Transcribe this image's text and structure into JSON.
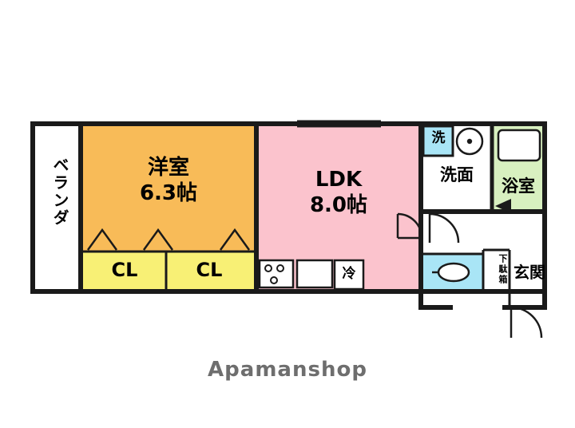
{
  "plan": {
    "watermark": "Apamanshop",
    "colors": {
      "wall": "#1a1a1a",
      "bedroom_fill": "#f8bb58",
      "ldk_fill": "#fbc3cd",
      "closet_fill": "#f8f075",
      "water_fill": "#a9e5f6",
      "white_fill": "#ffffff",
      "watermark_text": "#6e6e6e"
    },
    "rooms": [
      {
        "id": "balcony",
        "label": "ベランダ",
        "orientation": "vertical",
        "fill": "#ffffff"
      },
      {
        "id": "bedroom",
        "label": "洋室",
        "size": "6.3帖",
        "orientation": "horizontal",
        "fill": "#f8bb58"
      },
      {
        "id": "ldk",
        "label": "LDK",
        "size": "8.0帖",
        "orientation": "horizontal",
        "fill": "#fbc3cd"
      },
      {
        "id": "closet-1",
        "label": "CL",
        "orientation": "horizontal",
        "fill": "#f8f075"
      },
      {
        "id": "closet-2",
        "label": "CL",
        "orientation": "horizontal",
        "fill": "#f8f075"
      },
      {
        "id": "washroom",
        "label": "洗面",
        "orientation": "horizontal",
        "fill": "#ffffff"
      },
      {
        "id": "bathroom",
        "label": "浴室",
        "orientation": "horizontal",
        "fill": "#d8f0c0"
      },
      {
        "id": "entrance",
        "label": "玄関",
        "orientation": "horizontal",
        "fill": "#ffffff"
      },
      {
        "id": "shoebox",
        "label": "下駄箱",
        "orientation": "vertical",
        "fill": "#ffffff"
      }
    ],
    "fixtures": [
      {
        "id": "washer",
        "label": "洗",
        "name": "washing-machine"
      },
      {
        "id": "refrigerator",
        "label": "冷",
        "name": "refrigerator"
      },
      {
        "id": "stove",
        "label": "",
        "name": "gas-stove"
      },
      {
        "id": "sink",
        "label": "",
        "name": "kitchen-sink"
      },
      {
        "id": "toilet",
        "label": "",
        "name": "toilet"
      },
      {
        "id": "vanity-mirror",
        "label": "",
        "name": "vanity-mirror"
      },
      {
        "id": "bathtub",
        "label": "",
        "name": "bathtub"
      }
    ]
  }
}
